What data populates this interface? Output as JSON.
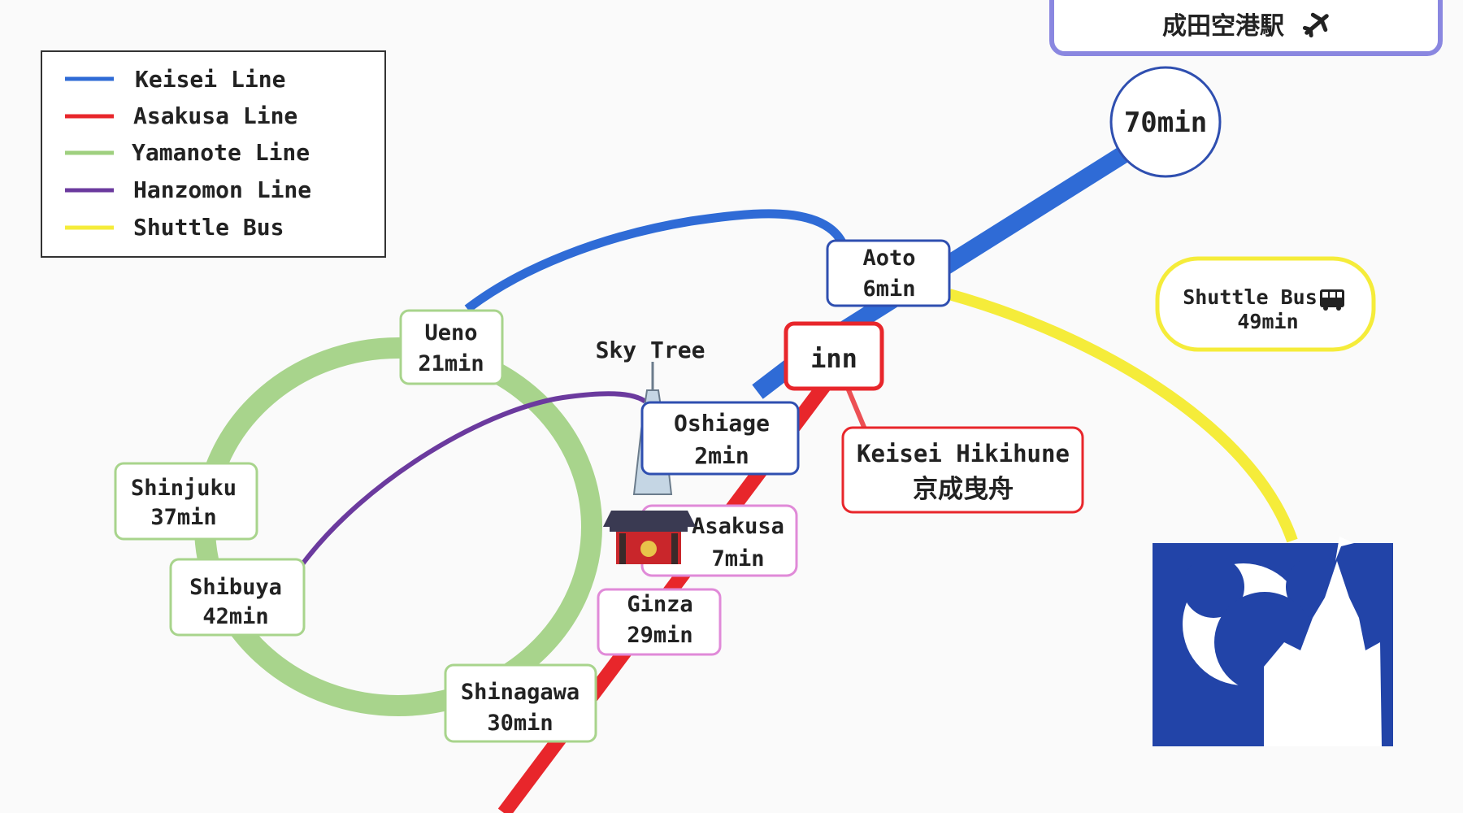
{
  "legend": [
    {
      "label": "Keisei Line",
      "color": "#2f6bd6"
    },
    {
      "label": "Asakusa Line",
      "color": "#e8262b"
    },
    {
      "label": "Yamanote Line",
      "color": "#9fd07f"
    },
    {
      "label": "Hanzomon Line",
      "color": "#6b3a9e"
    },
    {
      "label": "Shuttle Bus",
      "color": "#f5ec3a"
    }
  ],
  "stations": {
    "narita": {
      "name": "成田空港駅"
    },
    "narita_time": "70min",
    "aoto": {
      "name": "Aoto",
      "time": "6min"
    },
    "inn": {
      "name": "inn"
    },
    "hikifune": {
      "name": "Keisei Hikihune",
      "name_jp": "京成曳舟"
    },
    "oshiage": {
      "name": "Oshiage",
      "time": "2min"
    },
    "asakusa": {
      "name": "Asakusa",
      "time": "7min"
    },
    "ginza": {
      "name": "Ginza",
      "time": "29min"
    },
    "ueno": {
      "name": "Ueno",
      "time": "21min"
    },
    "shinjuku": {
      "name": "Shinjuku",
      "time": "37min"
    },
    "shibuya": {
      "name": "Shibuya",
      "time": "42min"
    },
    "shinagawa": {
      "name": "Shinagawa",
      "time": "30min"
    }
  },
  "skytree_label": "Sky Tree",
  "shuttle": {
    "label": "Shuttle Bus",
    "time": "49min"
  },
  "icons": {
    "airplane": "airplane-icon",
    "bus": "bus-icon",
    "skytree": "skytree-icon",
    "temple": "kaminarimon-gate-icon",
    "resort": "castle-mouse-ears-logo"
  },
  "colors": {
    "keisei": "#2f6bd6",
    "asakusa": "#e8262b",
    "yamanote": "#9fd07f",
    "hanzomon": "#6b3a9e",
    "shuttle": "#f5ec3a",
    "resort_bg": "#2244a8"
  }
}
